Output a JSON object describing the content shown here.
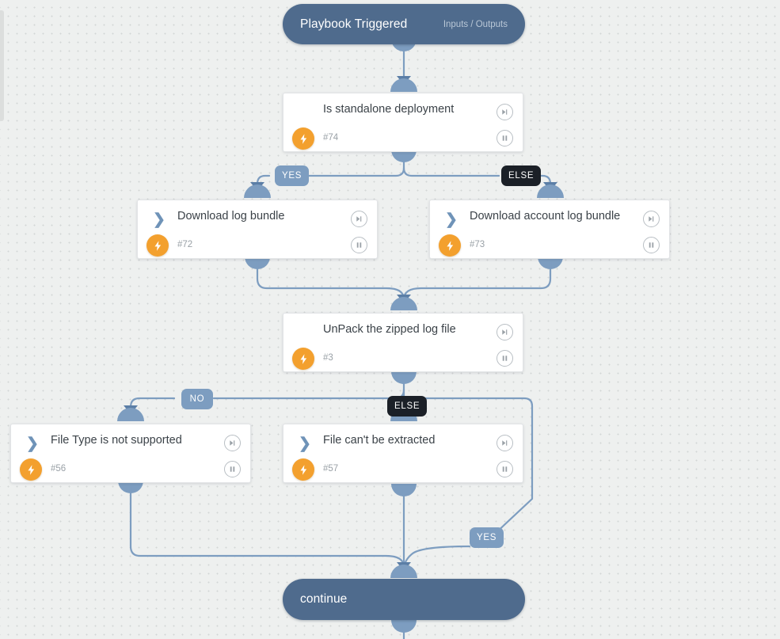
{
  "app": {
    "title": "Playbook Flow Canvas",
    "background_color": "#eef0ef",
    "accent_color": "#6f93b8",
    "trigger_color": "#4f6b8d",
    "bolt_color": "#f3a02e",
    "badge_light_color": "#7d9dc0",
    "badge_dark_color": "#1b2027"
  },
  "nodes": {
    "trigger": {
      "title": "Playbook Triggered",
      "subtitle": "Inputs / Outputs",
      "type": "trigger-pill"
    },
    "n74": {
      "title": "Is standalone deployment",
      "id_label": "#74",
      "type": "decision",
      "glyph": "diamond-icon"
    },
    "n72": {
      "title": "Download log bundle",
      "id_label": "#72",
      "type": "action",
      "glyph": "chevron-right-icon"
    },
    "n73": {
      "title": "Download account log bundle",
      "id_label": "#73",
      "type": "action",
      "glyph": "chevron-right-icon"
    },
    "n3": {
      "title": "UnPack the zipped log file",
      "id_label": "#3",
      "type": "decision",
      "glyph": "diamond-icon"
    },
    "n56": {
      "title": "File Type is not supported",
      "id_label": "#56",
      "type": "action",
      "glyph": "chevron-right-icon"
    },
    "n57": {
      "title": "File can't be extracted",
      "id_label": "#57",
      "type": "action",
      "glyph": "chevron-right-icon"
    },
    "continue": {
      "title": "continue",
      "type": "terminal-pill"
    }
  },
  "branch_labels": {
    "yes_top": "YES",
    "else_top": "ELSE",
    "no_mid": "NO",
    "else_mid": "ELSE",
    "yes_bottom": "YES"
  },
  "controls": {
    "step_icon": "step-forward-icon",
    "pause_icon": "pause-icon",
    "bolt_icon": "lightning-bolt-icon"
  }
}
